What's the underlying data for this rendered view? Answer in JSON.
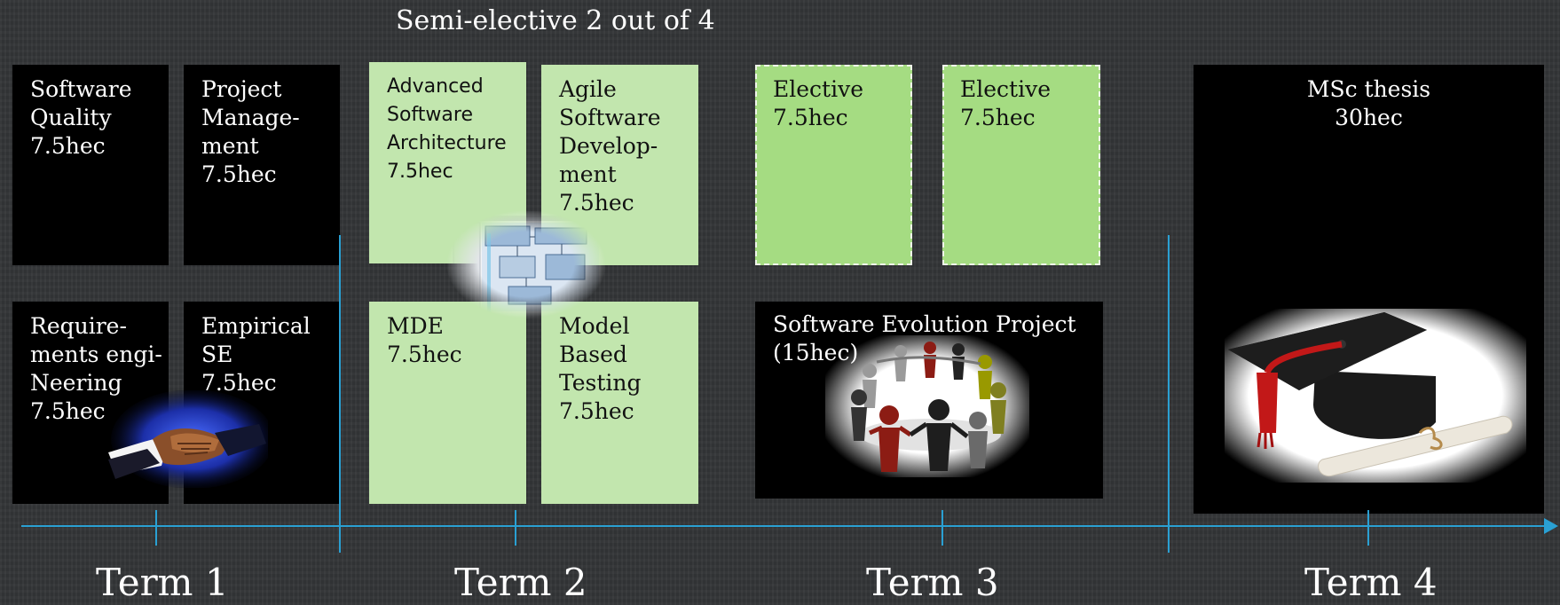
{
  "semi_elective_label": "Semi-elective 2 out of 4",
  "courses": {
    "software_quality": "Software\nQuality\n7.5hec",
    "project_management": "Project\nManage-\nment\n7.5hec",
    "requirements_engineering": "Require-\nments engi-\nNeering\n7.5hec",
    "empirical_se": "Empirical\nSE\n7.5hec",
    "advanced_software_architecture": "Advanced\nSoftware\nArchitecture\n7.5hec",
    "agile_software_development": "Agile\nSoftware\nDevelop-\nment\n7.5hec",
    "mde": "MDE\n7.5hec",
    "model_based_testing": "Model\nBased\nTesting\n7.5hec",
    "elective_1": "Elective\n7.5hec",
    "elective_2": "Elective\n7.5hec",
    "software_evolution_project": "Software Evolution Project\n(15hec)",
    "msc_thesis": "MSc thesis\n30hec"
  },
  "terms": [
    "Term 1",
    "Term 2",
    "Term 3",
    "Term 4"
  ],
  "icons": {
    "handshake": "handshake-icon",
    "uml_diagram": "uml-diagram-icon",
    "people_circle": "people-circle-icon",
    "graduation_cap": "graduation-cap-icon"
  },
  "colors": {
    "background": "#333537",
    "core_box": "#000000",
    "semi_elective_box": "#c2e6ae",
    "elective_box": "#a5dc82",
    "timeline": "#2aa0d3"
  }
}
